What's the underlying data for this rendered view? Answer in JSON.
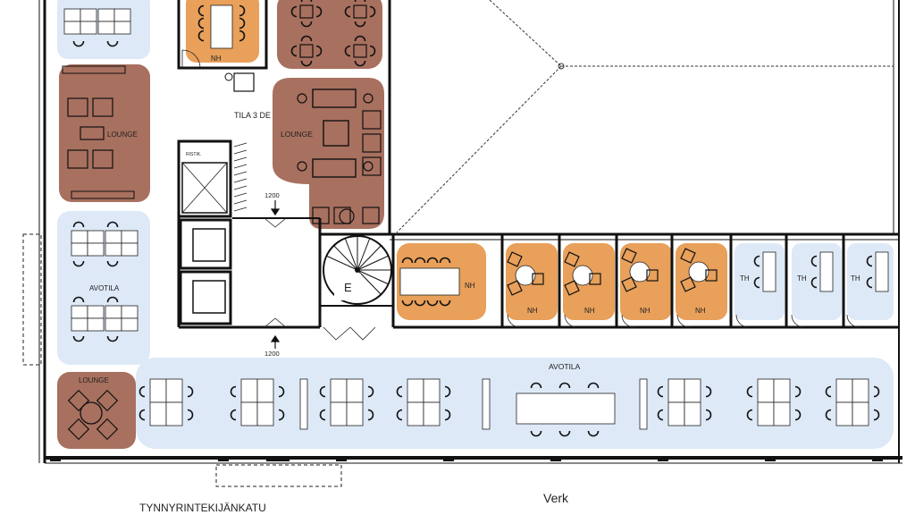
{
  "colors": {
    "open_area": "#dde9f7",
    "lounge": "#a8705f",
    "meeting_room": "#e8a05a",
    "wall": "#111111"
  },
  "labels": {
    "nh_top": "NH",
    "tila": "TILA 3 DE",
    "lounge_center": "LOUNGE",
    "lounge_left": "LOUNGE",
    "lounge_bottom": "LOUNGE",
    "avotila_left": "AVOTILA",
    "avotila_bottom": "AVOTILA",
    "dim_top": "1200",
    "dim_bottom": "1200",
    "stair": "E",
    "nh_rooms": [
      "NH",
      "NH",
      "NH",
      "NH",
      "NH"
    ],
    "th_rooms": [
      "TH",
      "TH",
      "TH"
    ],
    "small_label": "RISTIK.",
    "street": "TYNNYRINTEKIJÄNKATU",
    "verk": "Verk"
  }
}
